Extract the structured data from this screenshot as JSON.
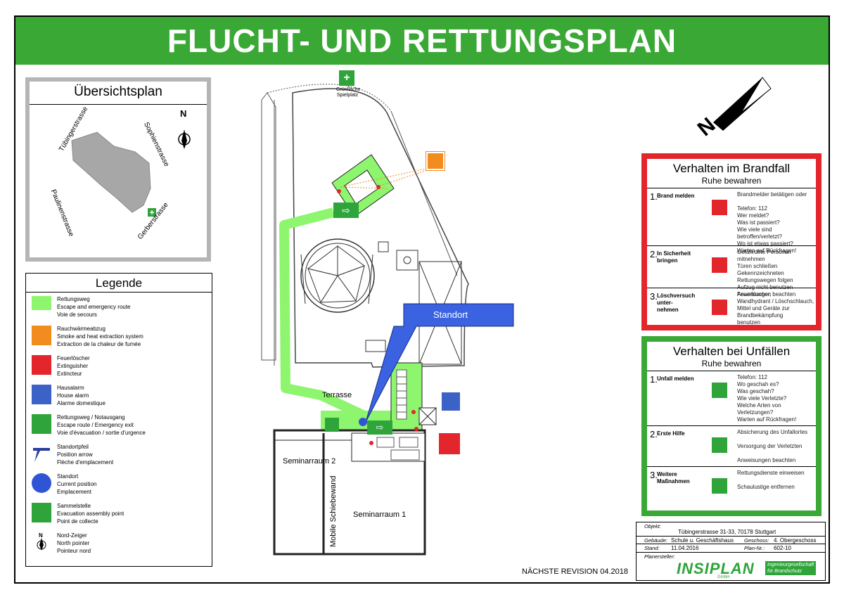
{
  "title": "FLUCHT- UND RETTUNGSPLAN",
  "overview": {
    "title": "Übersichtsplan",
    "north": "N",
    "streets": [
      "Tübingerstrasse",
      "Sophienstrasse",
      "Paulinenstrasse",
      "Gerberstrasse"
    ]
  },
  "legend": {
    "title": "Legende",
    "items": [
      {
        "icon": "escape-route-swatch",
        "color": "#8ef56e",
        "lines": [
          "Rettungsweg",
          "Escape and emergency route",
          "Voie de secours"
        ]
      },
      {
        "icon": "smoke-extraction-icon",
        "color": "#f28c1e",
        "lines": [
          "Rauchwärmeabzug",
          "Smoke and heat extraction system",
          "Extraction de la chaleur de fumée"
        ]
      },
      {
        "icon": "fire-extinguisher-icon",
        "color": "#e3262b",
        "lines": [
          "Feuerlöscher",
          "Extinguisher",
          "Extincteur"
        ]
      },
      {
        "icon": "house-alarm-icon",
        "color": "#3b62c7",
        "lines": [
          "Hausalarm",
          "House alarm",
          "Alarme domestique"
        ]
      },
      {
        "icon": "emergency-exit-icon",
        "color": "#2ea43a",
        "lines": [
          "Rettungsweg / Notausgang",
          "Escape route / Emergency exit",
          "Voie d'évacuation / sortie d'urgence"
        ]
      },
      {
        "icon": "position-arrow-icon",
        "color": "#2b3f9c",
        "lines": [
          "Standortpfeil",
          "Position arrow",
          "Flèche d'emplacement"
        ]
      },
      {
        "icon": "current-position-icon",
        "color": "#2f55d6",
        "lines": [
          "Standort",
          "Current position",
          "Emplacement"
        ]
      },
      {
        "icon": "assembly-point-icon",
        "color": "#2ea43a",
        "lines": [
          "Sammelstelle",
          "Evacuation assembly point",
          "Point de collecte"
        ]
      },
      {
        "icon": "north-pointer-icon",
        "color": "#000000",
        "lines": [
          "Nord-Zeiger",
          "North pointer",
          "Pointeur nord"
        ]
      }
    ]
  },
  "map": {
    "assembly_label": [
      "Grünfläche",
      "Spielplatz"
    ],
    "standort": "Standort",
    "terrasse": "Terrasse",
    "room1": "Seminarraum 1",
    "room2": "Seminarraum 2",
    "wall": "Mobile Schiebewand",
    "compass": "N"
  },
  "fire": {
    "title": "Verhalten im Brandfall",
    "subtitle": "Ruhe bewahren",
    "steps": [
      {
        "num": "1.",
        "head": [
          "Brand melden"
        ],
        "text": [
          "Brandmelder betätigen oder",
          "",
          "Telefon: 112",
          "Wer meldet?",
          "Was ist passiert?",
          "Wie viele sind betroffen/verletzt?",
          "Wo ist etwas passiert?",
          "Warten auf Rückfragen!"
        ]
      },
      {
        "num": "2.",
        "head": [
          "In Sicherheit",
          "bringen"
        ],
        "text": [
          "Gefährdete Personen mitnehmen",
          "Türen schließen",
          "Gekennzeichneten",
          "Rettungswegen folgen",
          "Aufzug nicht benutzen",
          "Anweisungen beachten"
        ]
      },
      {
        "num": "3.",
        "head": [
          "Löschversuch",
          "unter-",
          "nehmen"
        ],
        "text": [
          "Feuerlöscher,",
          "Wandhydrant / Löschschlauch,",
          "Mittel und Geräte zur",
          "Brandbekämpfung",
          "benutzen"
        ]
      }
    ]
  },
  "accident": {
    "title": "Verhalten bei Unfällen",
    "subtitle": "Ruhe bewahren",
    "steps": [
      {
        "num": "1.",
        "head": [
          "Unfall melden"
        ],
        "text": [
          "Telefon: 112",
          "Wo geschah es?",
          "Was geschah?",
          "Wie viele Verletzte?",
          "Welche Arten von Verletzungen?",
          "Warten auf Rückfragen!"
        ]
      },
      {
        "num": "2.",
        "head": [
          "Erste Hilfe"
        ],
        "text": [
          "Absicherung des Unfallortes",
          "",
          "Versorgung der Verletzten",
          "",
          "Anweisungen beachten"
        ]
      },
      {
        "num": "3.",
        "head": [
          "Weitere",
          "Maßnahmen"
        ],
        "text": [
          "Rettungsdienste einweisen",
          "",
          "Schaulustige entfernen"
        ]
      }
    ]
  },
  "info": {
    "objekt_label": "Objekt:",
    "objekt": "Tübingerstrasse 31-33, 70178 Stuttgart",
    "gebaeude_label": "Gebäude:",
    "gebaeude": "Schule u. Geschäftshaus",
    "geschoss_label": "Geschoss:",
    "geschoss": "4. Obergeschoss",
    "stand_label": "Stand:",
    "stand": "11.04.2016",
    "plannr_label": "Plan-Nr.:",
    "plannr": "602-10",
    "planersteller_label": "Planersteller:",
    "company": "INSIPLAN",
    "company_sub1": "Ingenieurgesellschaft",
    "company_sub2": "für Brandschutz",
    "company_gmbh": "GmbH"
  },
  "revision": "NÄCHSTE REVISION 04.2018"
}
